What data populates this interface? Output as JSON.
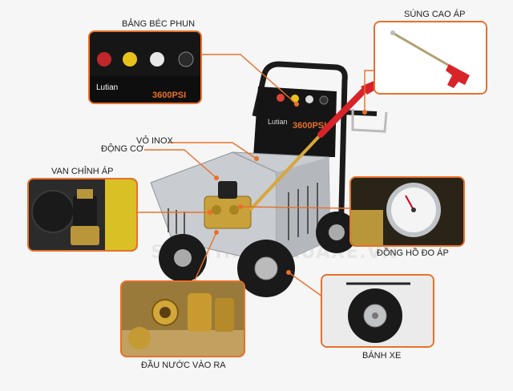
{
  "labels": {
    "nozzle_panel": "BẢNG BÉC PHUN",
    "spray_gun": "SÚNG CAO ÁP",
    "housing": "VỎ INOX",
    "motor": "ĐỘNG CƠ",
    "pressure_valve": "VAN CHỈNH ÁP",
    "gauge": "ĐỒNG HỒ ĐO ÁP",
    "water_ports": "ĐẦU NƯỚC VÀO RA",
    "wheel": "BÁNH XE"
  },
  "product": {
    "brand": "Lutian",
    "model": "3600PSI",
    "subtitle": "PRESSURE WASHER"
  },
  "watermark": "SIEUTHIMAYRUAXE.VN",
  "colors": {
    "accent": "#e8702a",
    "gun_red": "#d8232a",
    "steel": "#c9ccd0",
    "brass": "#c9a13a"
  }
}
